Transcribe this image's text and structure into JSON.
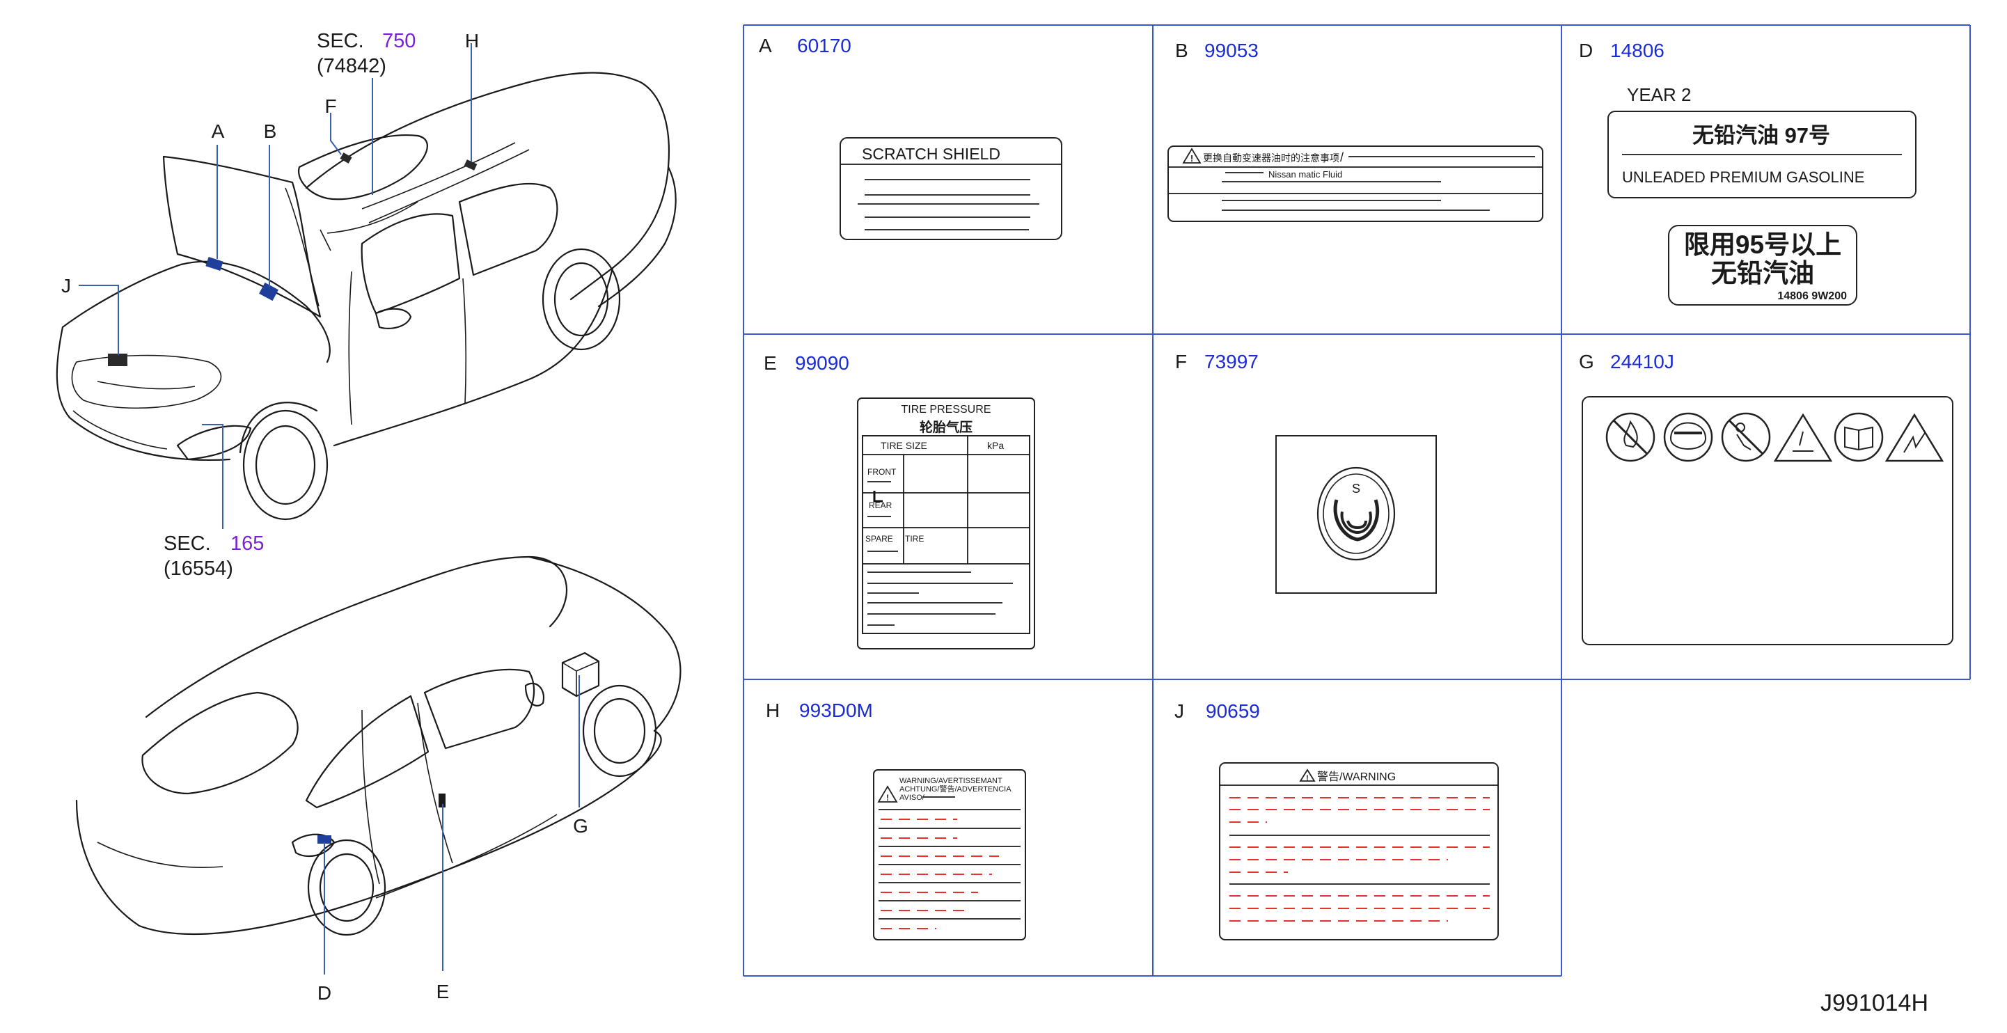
{
  "callouts": {
    "sec_top_prefix": "SEC.",
    "sec_top_number": "750",
    "sec_top_part": "(74842)",
    "sec_bottom_prefix": "SEC.",
    "sec_bottom_number": "165",
    "sec_bottom_part": "(16554)",
    "car_top": [
      "A",
      "B",
      "F",
      "H",
      "J"
    ],
    "car_bottom": [
      "D",
      "E",
      "G"
    ]
  },
  "cells": [
    {
      "letter": "A",
      "part": "60170"
    },
    {
      "letter": "B",
      "part": "99053"
    },
    {
      "letter": "D",
      "part": "14806"
    },
    {
      "letter": "E",
      "part": "99090"
    },
    {
      "letter": "F",
      "part": "73997"
    },
    {
      "letter": "G",
      "part": "24410J"
    },
    {
      "letter": "H",
      "part": "993D0M"
    },
    {
      "letter": "J",
      "part": "90659"
    }
  ],
  "labels": {
    "a_text": "SCRATCH   SHIELD",
    "b_header": "更换自動变速器油时的注意事项",
    "b_slash": "/",
    "b_line": "Nissan      matic      Fluid",
    "d_year": "YEAR   2",
    "d_cn_top": "无铅汽油   97号",
    "d_en": "UNLEADED    PREMIUM    GASOLINE",
    "d_cn_line1": "限用95号以上",
    "d_cn_line2": "无铅汽油",
    "d_code": "14806 9W200",
    "e_title": "TIRE    PRESSURE",
    "e_cn": "轮胎气压",
    "e_tire_size": "TIRE     SIZE",
    "e_kpa": "kPa",
    "e_front": "FRONT",
    "e_rear": "REAR",
    "e_spare": "SPARE",
    "e_tire": "TIRE",
    "h_line1": "WARNING/AVERTISSEMANT",
    "h_line2": "ACHTUNG/警告/ADVERTENCIA",
    "h_line3": "AVISO/",
    "j_header": "警告/WARNING"
  },
  "diagram_id": "J991014H",
  "colors": {
    "part_number": "#1b2bd6",
    "section_number": "#7a1fd8",
    "grid": "#3b58c8",
    "warning_lines": "#e53030",
    "sticker": "#1f3f9a"
  }
}
